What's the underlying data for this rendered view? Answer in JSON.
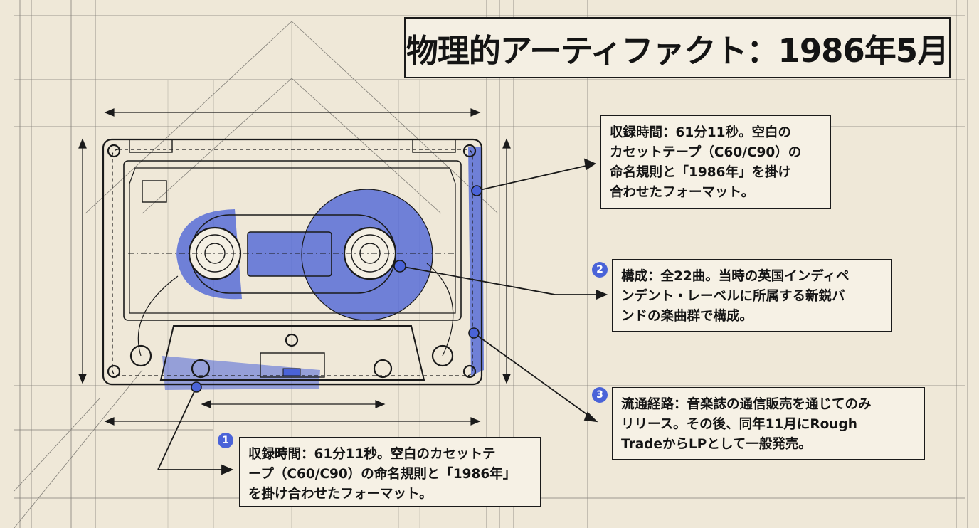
{
  "title": "物理的アーティファクト：1986年5月",
  "colors": {
    "paper": "#efe8d8",
    "ink": "#1a1a1a",
    "blue": "#4a63d8"
  },
  "notes": [
    {
      "id": "top",
      "badge": "",
      "lines": [
        "収録時間：61分11秒。空白の",
        "カセットテープ（C60/C90）の",
        "命名規則と「1986年」を掛け",
        "合わせたフォーマット。"
      ]
    },
    {
      "id": "mid",
      "badge": "2",
      "lines": [
        "構成：全22曲。当時の英国インディペ",
        "ンデント・レーベルに所属する新鋭バ",
        "ンドの楽曲群で構成。"
      ]
    },
    {
      "id": "right-bottom",
      "badge": "3",
      "lines": [
        "流通経路：音楽誌の通信販売を通じてのみ",
        "リリース。その後、同年11月にRough",
        "TradeからLPとして一般発売。"
      ]
    },
    {
      "id": "bottom",
      "badge": "1",
      "lines": [
        "収録時間：61分11秒。空白のカセットテ",
        "ープ（C60/C90）の命名規則と「1986年」",
        "を掛け合わせたフォーマット。"
      ]
    }
  ]
}
